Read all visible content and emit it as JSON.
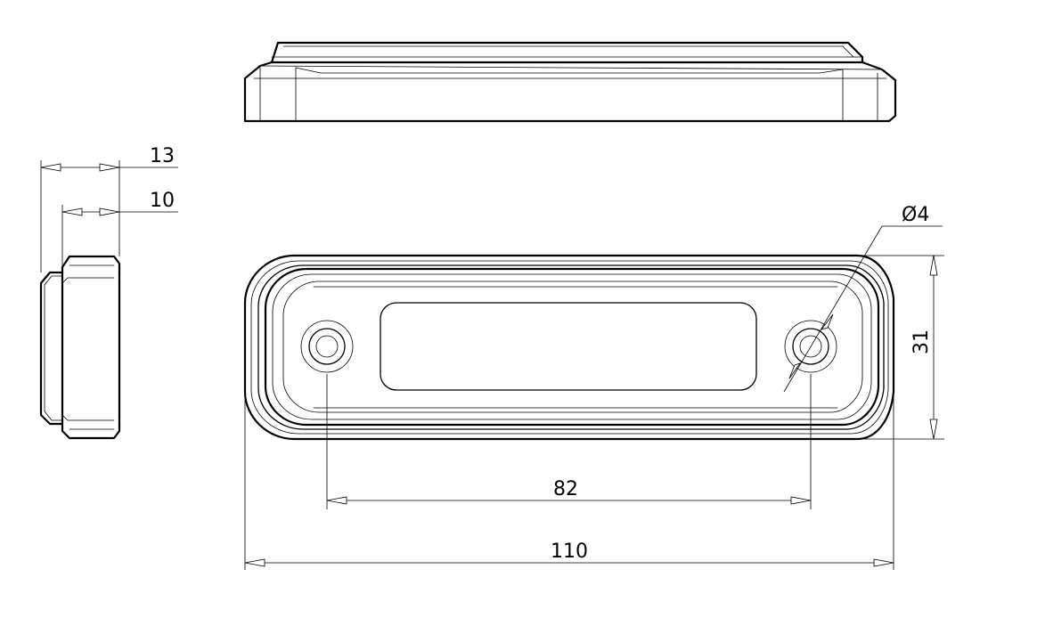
{
  "dimensions": {
    "overall_depth": "13",
    "base_depth": "10",
    "hole_diameter": "Ø4",
    "height": "31",
    "hole_spacing": "82",
    "overall_length": "110"
  }
}
